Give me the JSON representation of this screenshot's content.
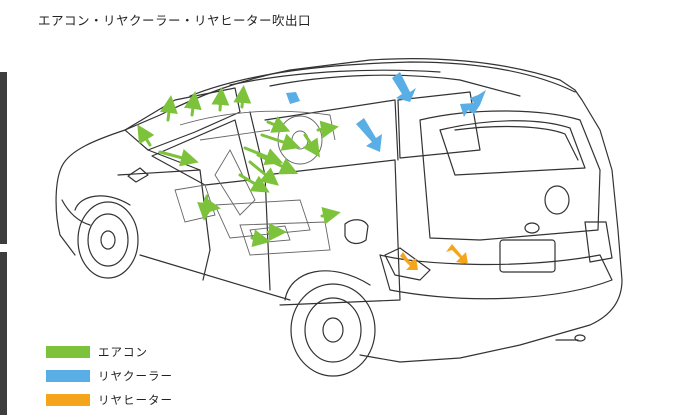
{
  "title": "エアコン・リヤクーラー・リヤヒーター吹出口",
  "legend": [
    {
      "label": "エアコン",
      "color": "#7dc23b"
    },
    {
      "label": "リヤクーラー",
      "color": "#5aaee6"
    },
    {
      "label": "リヤヒーター",
      "color": "#f4a51c"
    }
  ]
}
